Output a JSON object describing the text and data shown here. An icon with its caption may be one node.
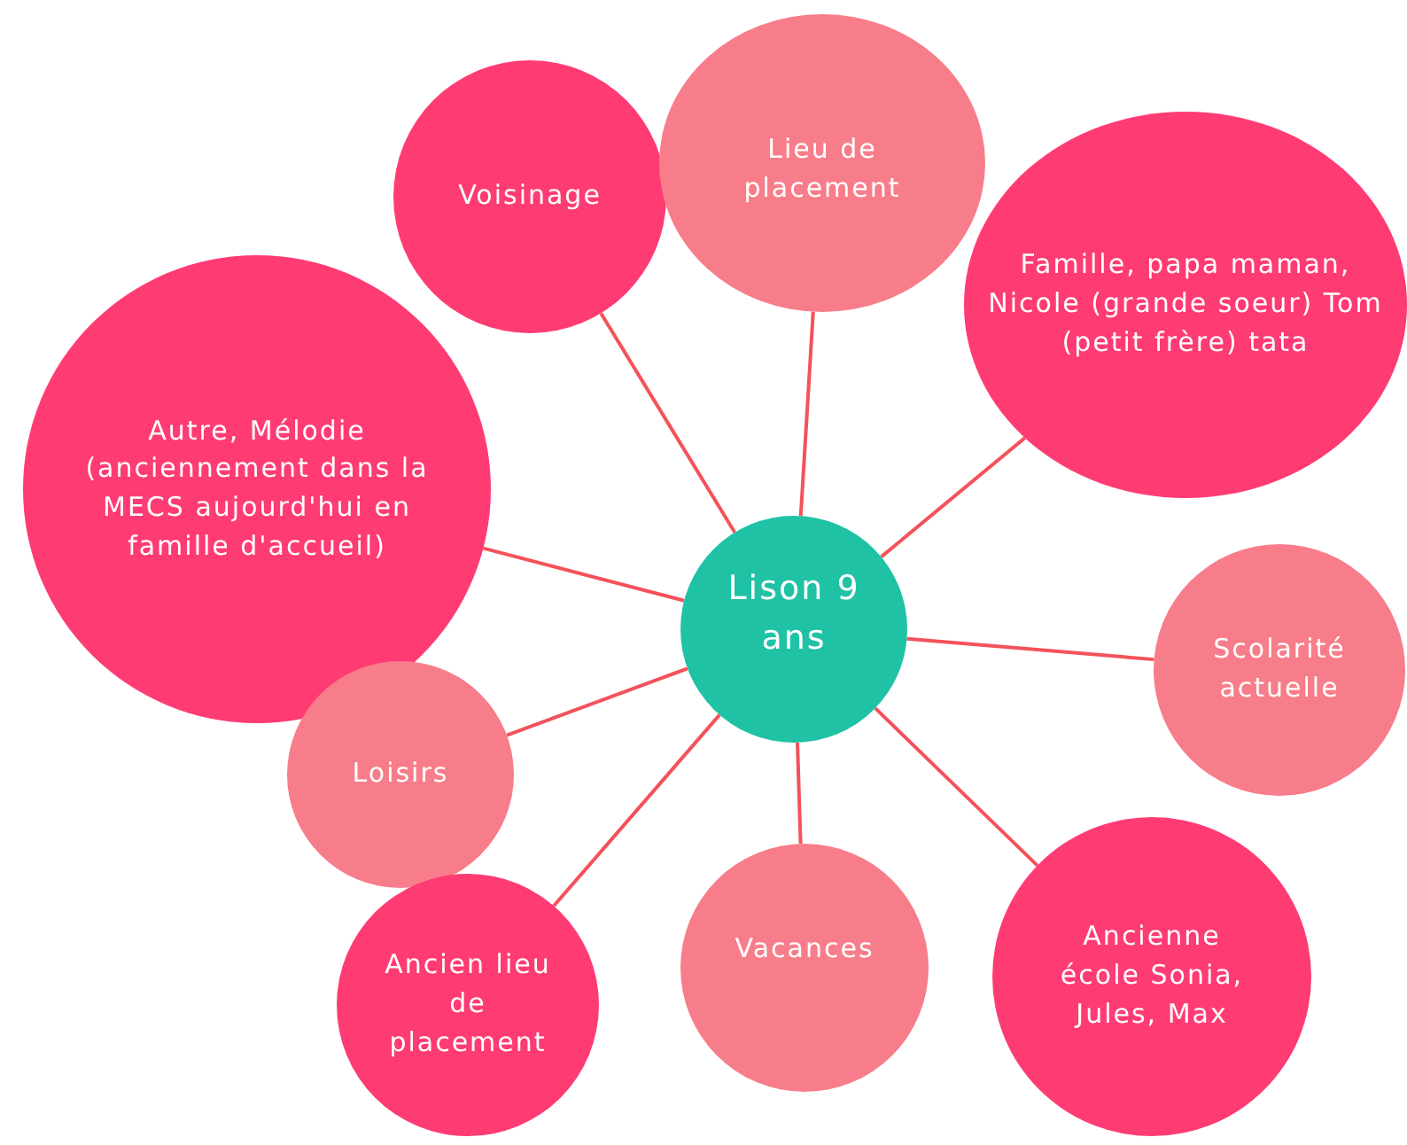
{
  "diagram": {
    "nodes": [
      {
        "text": [
          "Lison 9 ans"
        ]
      },
      {
        "text": [
          "Voisinage"
        ]
      },
      {
        "text": [
          "Lieu de placement"
        ]
      },
      {
        "text": [
          "Famille, papa maman, Nicole (grande soeur) Tom (petit frère) tata"
        ]
      },
      {
        "text": [
          "Autre, Mélodie (anciennement dans la MECS aujourd'hui en famille d'accueil)"
        ]
      },
      {
        "text": [
          "Scolarité actuelle"
        ]
      },
      {
        "text": [
          "Loisirs"
        ]
      },
      {
        "text": [
          "Ancien lieu de placement"
        ]
      },
      {
        "text": [
          "Vacances"
        ]
      },
      {
        "text": [
          "Ancienne école Sonia, Jules, Max"
        ]
      }
    ],
    "edges": [
      {
        "from": 0,
        "to": 1,
        "arrow": "none"
      },
      {
        "from": 0,
        "to": 2,
        "arrow": "none"
      },
      {
        "from": 0,
        "to": 3,
        "arrow": "none"
      },
      {
        "from": 0,
        "to": 4,
        "arrow": "none"
      },
      {
        "from": 0,
        "to": 5,
        "arrow": "none"
      },
      {
        "from": 0,
        "to": 6,
        "arrow": "none"
      },
      {
        "from": 0,
        "to": 7,
        "arrow": "none"
      },
      {
        "from": 0,
        "to": 8,
        "arrow": "none"
      },
      {
        "from": 0,
        "to": 9,
        "arrow": "none"
      }
    ]
  }
}
